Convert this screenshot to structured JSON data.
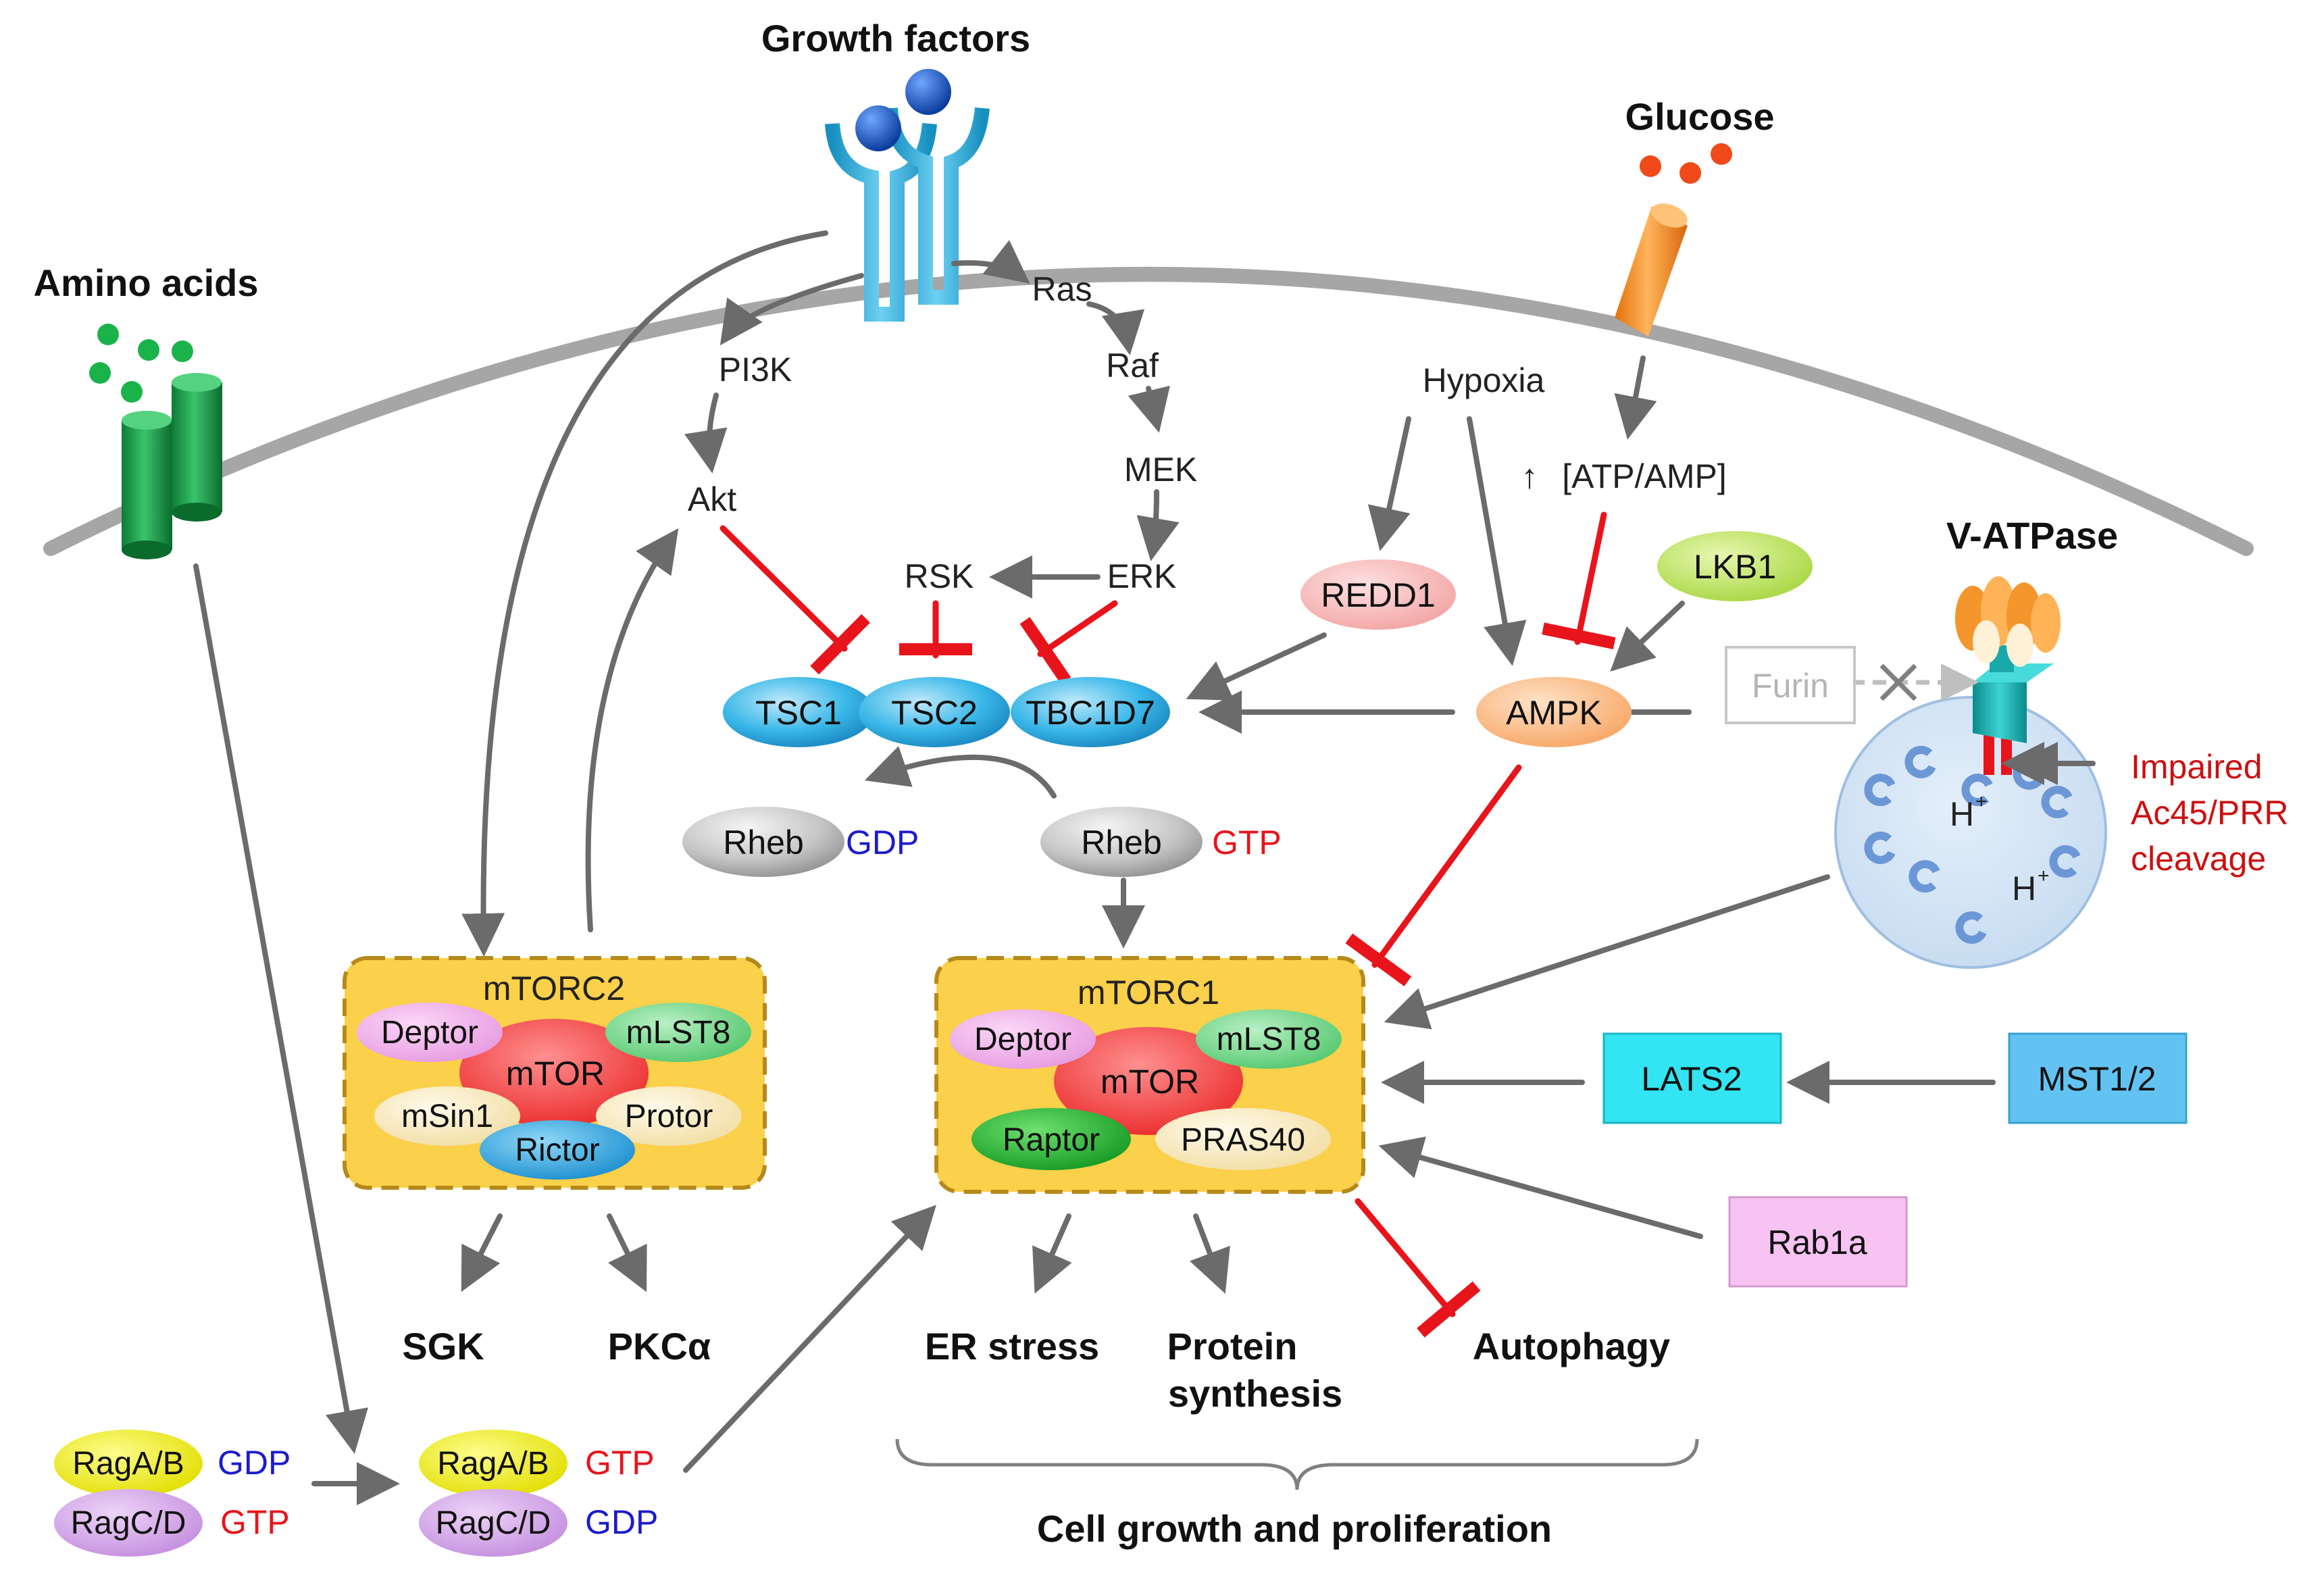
{
  "inputs": {
    "growth_factors": "Growth factors",
    "glucose": "Glucose",
    "amino_acids": "Amino acids",
    "v_atpase": "V-ATPase"
  },
  "ras_pathway": {
    "ras": "Ras",
    "raf": "Raf",
    "mek": "MEK",
    "erk": "ERK",
    "rsk": "RSK"
  },
  "pi3k_pathway": {
    "pi3k": "PI3K",
    "akt": "Akt"
  },
  "energy": {
    "hypoxia": "Hypoxia",
    "up_arrow": "↑",
    "atp_amp": "[ATP/AMP]",
    "redd1": "REDD1",
    "lkb1": "LKB1",
    "ampk": "AMPK"
  },
  "tsc": {
    "tsc1": "TSC1",
    "tsc2": "TSC2",
    "tbc1d7": "TBC1D7"
  },
  "rheb": {
    "rheb": "Rheb",
    "gdp": "GDP",
    "gtp": "GTP"
  },
  "mtorc2": {
    "title": "mTORC2",
    "mtor": "mTOR",
    "deptor": "Deptor",
    "mlst8": "mLST8",
    "msin1": "mSin1",
    "protor": "Protor",
    "rictor": "Rictor"
  },
  "mtorc1": {
    "title": "mTORC1",
    "mtor": "mTOR",
    "deptor": "Deptor",
    "mlst8": "mLST8",
    "raptor": "Raptor",
    "pras40": "PRAS40"
  },
  "outputs": {
    "sgk": "SGK",
    "pkca": "PKCα",
    "er_stress": "ER stress",
    "protein_synthesis_1": "Protein",
    "protein_synthesis_2": "synthesis",
    "autophagy": "Autophagy",
    "cell_growth": "Cell growth and proliferation"
  },
  "lysosome": {
    "furin": "Furin",
    "h_plus": "H",
    "plus": "+",
    "impaired_1": "Impaired",
    "impaired_2": "Ac45/PRR",
    "impaired_3": "cleavage"
  },
  "hippo": {
    "lats2": "LATS2",
    "mst12": "MST1/2",
    "rab1a": "Rab1a"
  },
  "rag": {
    "ragab": "RagA/B",
    "ragcd": "RagC/D",
    "gdp": "GDP",
    "gtp": "GTP"
  },
  "colors": {
    "activation": "#6b6b6b",
    "inhibition": "#e8141b",
    "gdp_text": "#1b1bcc",
    "gtp_text": "#e8141b",
    "complex_fill": "#fbd04a",
    "complex_border": "#b58a1a"
  }
}
